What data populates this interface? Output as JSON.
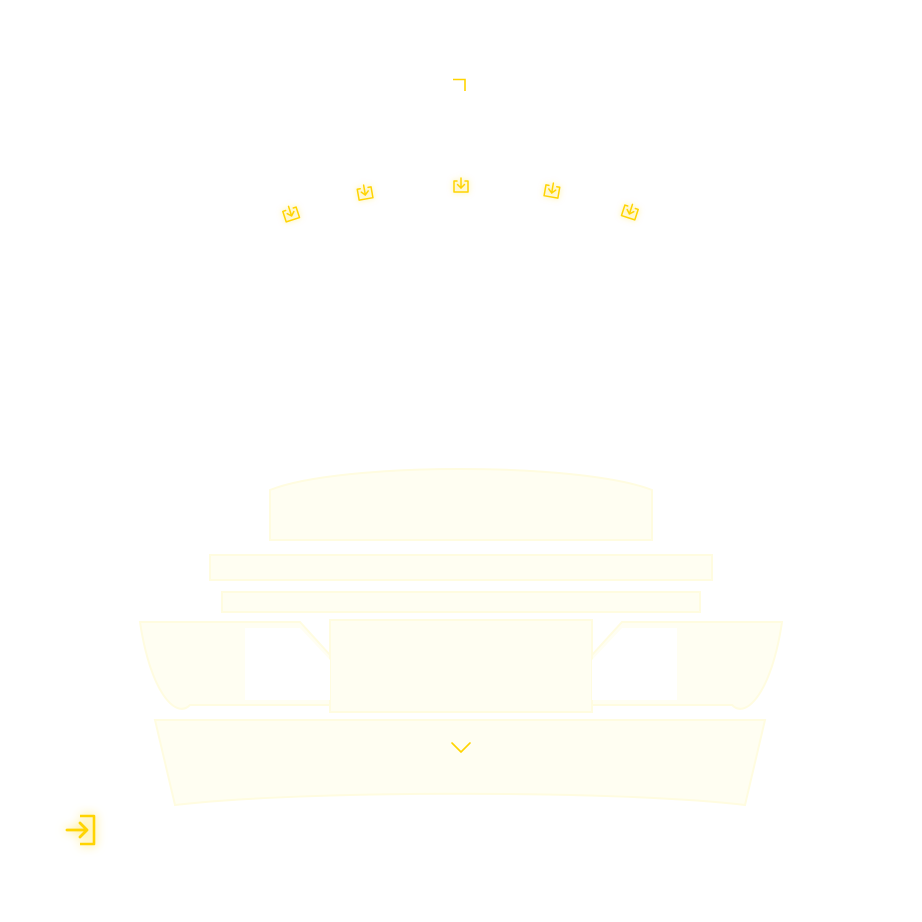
{
  "theme": {
    "accent": "#FFD400",
    "accent_soft": "#FFE66B",
    "background": "#FFFFFF",
    "car_silhouette_fill": "#FFFEF2",
    "car_silhouette_edge": "#FFFCE0"
  },
  "icons": {
    "corner": "corner-bracket-icon",
    "favorite": "download-tray-icon",
    "scroll": "chevron-down-icon",
    "login": "login-icon"
  },
  "favorites": [
    {
      "icon": "download-tray-icon",
      "tilt": -18
    },
    {
      "icon": "download-tray-icon",
      "tilt": -10
    },
    {
      "icon": "download-tray-icon",
      "tilt": 0
    },
    {
      "icon": "download-tray-icon",
      "tilt": 10
    },
    {
      "icon": "download-tray-icon",
      "tilt": 18
    }
  ]
}
